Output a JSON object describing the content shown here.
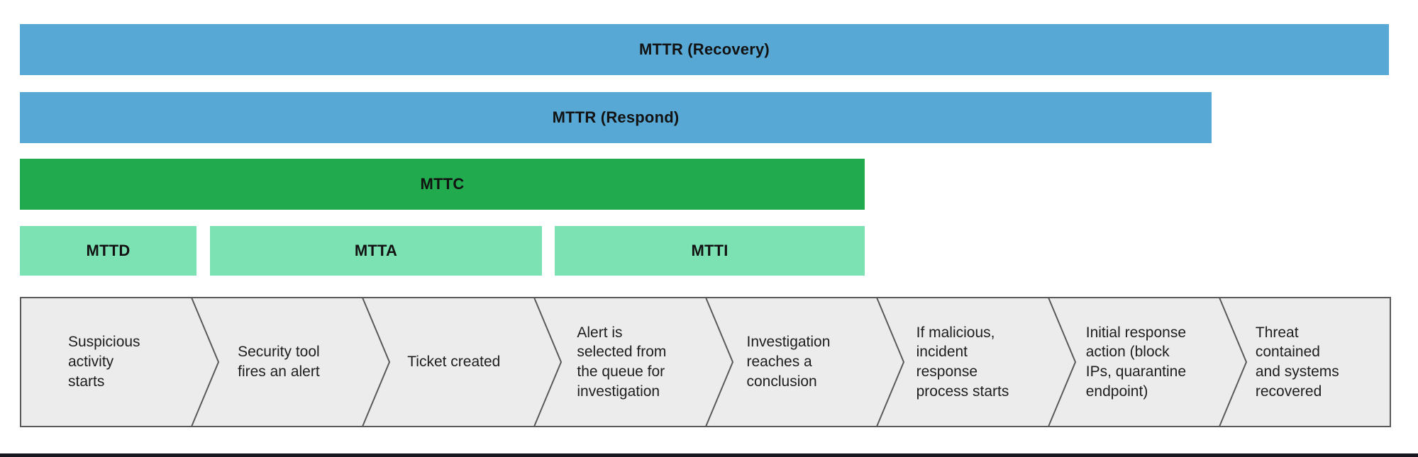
{
  "bars": [
    {
      "id": "mttr-recovery",
      "label": "MTTR (Recovery)",
      "color": "#57a8d5"
    },
    {
      "id": "mttr-respond",
      "label": "MTTR (Respond)",
      "color": "#57a8d5"
    },
    {
      "id": "mttc",
      "label": "MTTC",
      "color": "#21aa4e"
    },
    {
      "id": "mttd",
      "label": "MTTD",
      "color": "#7ce2b3"
    },
    {
      "id": "mtta",
      "label": "MTTA",
      "color": "#7ce2b3"
    },
    {
      "id": "mtti",
      "label": "MTTI",
      "color": "#7ce2b3"
    }
  ],
  "timeline": {
    "steps": [
      {
        "label": "Suspicious\nactivity\nstarts"
      },
      {
        "label": "Security tool\nfires an alert"
      },
      {
        "label": "Ticket created"
      },
      {
        "label": "Alert is\nselected from\nthe queue for\ninvestigation"
      },
      {
        "label": "Investigation\nreaches a\nconclusion"
      },
      {
        "label": "If malicious,\nincident\nresponse\nprocess starts"
      },
      {
        "label": "Initial response\naction (block\nIPs, quarantine\nendpoint)"
      },
      {
        "label": "Threat\ncontained\nand systems\nrecovered"
      }
    ]
  },
  "colors": {
    "bar_blue": "#57a8d5",
    "bar_dark_green": "#21aa4e",
    "bar_light_green": "#7ce2b3",
    "band_background": "#ececec",
    "band_border": "#58595b",
    "footer_strip": "#17171f",
    "page_background": "#ffffff",
    "text": "#1d1d1d"
  }
}
